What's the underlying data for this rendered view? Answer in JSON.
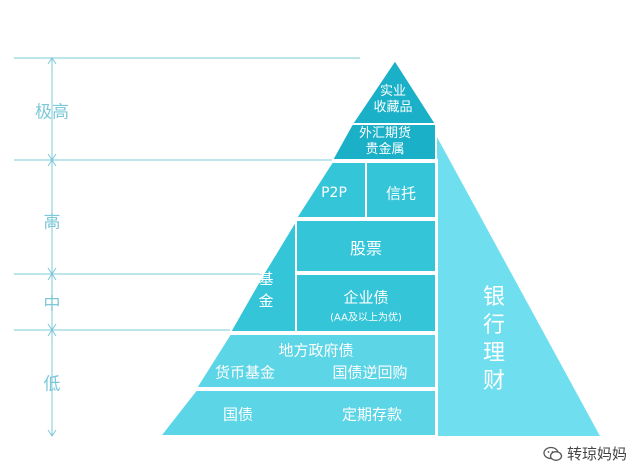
{
  "colors": {
    "dark": "#1ab0c8",
    "mid": "#35c5d8",
    "light": "#5cd6e6",
    "lighter": "#8ee4ef",
    "bank": "#6fdff0",
    "axis": "#7cc8d8",
    "cell_border": "#ffffff"
  },
  "risk_levels": {
    "very_high": "极高",
    "high": "高",
    "medium": "中",
    "low": "低"
  },
  "pyramid": {
    "physical_collectibles": "实业\n收藏品",
    "forex_futures_metals": "外汇期货\n贵金属",
    "p2p": "P2P",
    "trust": "信托",
    "fund": "基\n金",
    "stocks": "股票",
    "corporate_bonds": "企业债",
    "corporate_bonds_note": "(AA及以上为优)",
    "local_gov_bonds": "地方政府债",
    "money_fund": "货币基金",
    "reverse_repo": "国债逆回购",
    "treasury_bonds": "国债",
    "time_deposit": "定期存款",
    "bank_wealth": "银\n行\n理\n财"
  },
  "watermark": {
    "text": "转琼妈妈",
    "icon": "wechat-icon"
  }
}
